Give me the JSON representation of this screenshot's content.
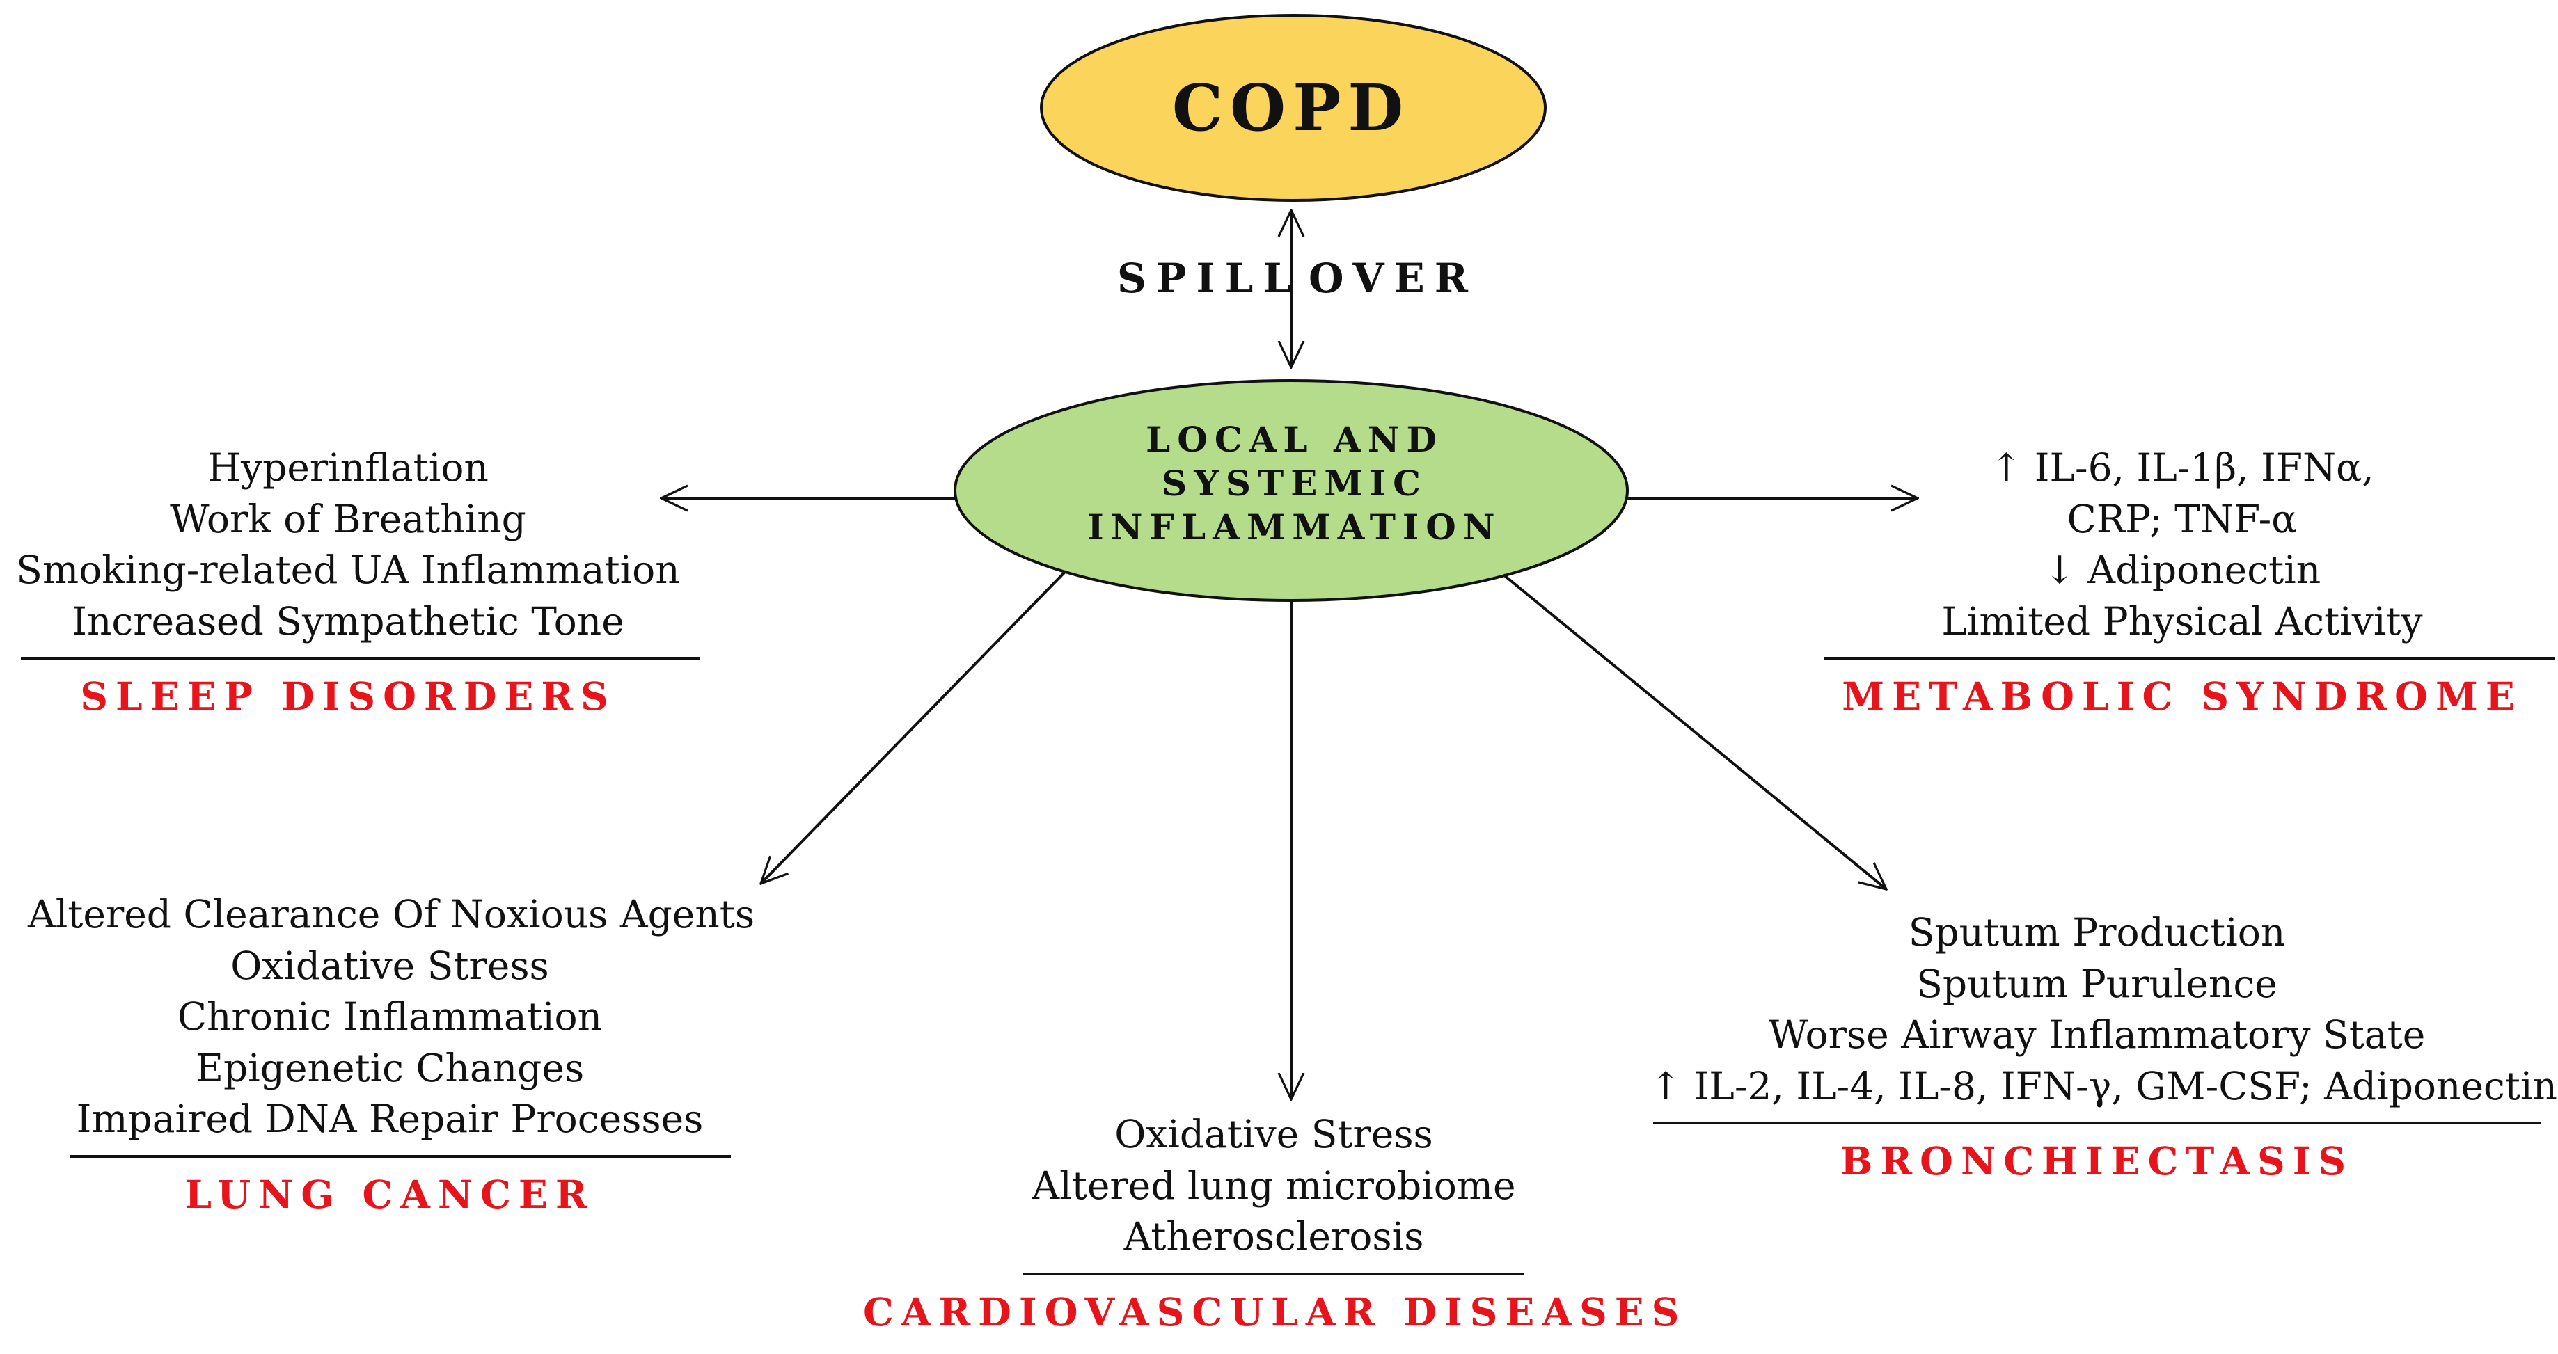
{
  "center_top": {
    "label": "COPD",
    "fill": "#fbd45c"
  },
  "link": {
    "left": "SPILL",
    "right": "OVER"
  },
  "center_main": {
    "lines": [
      "LOCAL AND",
      "SYSTEMIC",
      "INFLAMMATION"
    ],
    "fill": "#b5dc8a"
  },
  "groups": {
    "sleep": {
      "items": [
        "Hyperinflation",
        "Work of Breathing",
        "Smoking-related UA Inflammation",
        "Increased Sympathetic Tone"
      ],
      "title": "SLEEP DISORDERS"
    },
    "metabolic": {
      "items": [
        "↑ IL-6, IL-1β, IFNα,",
        "CRP; TNF-α",
        "↓ Adiponectin",
        "Limited Physical Activity"
      ],
      "title": "METABOLIC SYNDROME"
    },
    "lung": {
      "items": [
        "Altered Clearance Of Noxious Agents",
        "Oxidative Stress",
        "Chronic Inflammation",
        "Epigenetic Changes",
        "Impaired DNA Repair Processes"
      ],
      "title": "LUNG CANCER"
    },
    "cardio": {
      "items": [
        "Oxidative Stress",
        "Altered lung microbiome",
        "Atherosclerosis"
      ],
      "title": "CARDIOVASCULAR DISEASES"
    },
    "bronch": {
      "items": [
        "Sputum Production",
        "Sputum Purulence",
        "Worse Airway Inflammatory State",
        "↑ IL-2, IL-4, IL-8, IFN-γ, GM-CSF; Adiponectin"
      ],
      "title": "BRONCHIECTASIS"
    }
  },
  "colors": {
    "title_red": "#e8141b",
    "ink": "#111111"
  }
}
